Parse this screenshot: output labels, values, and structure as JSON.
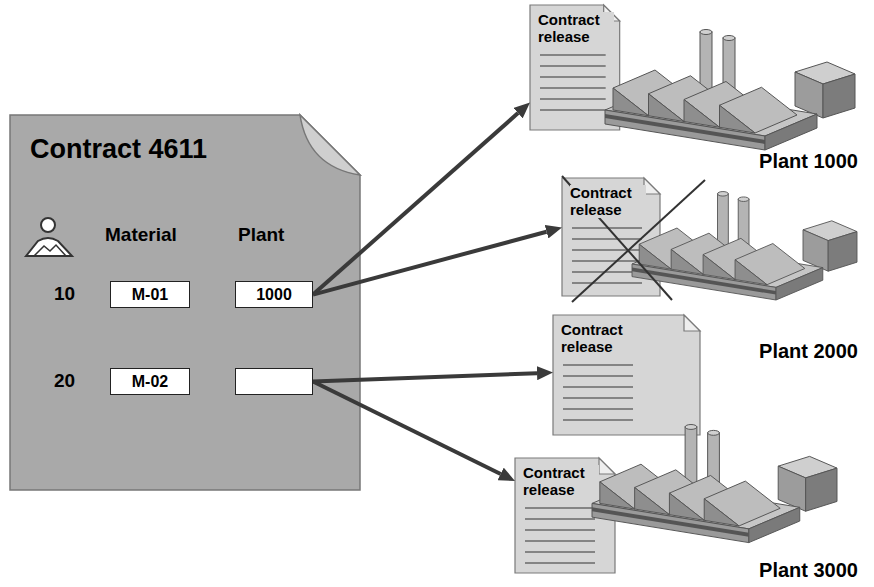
{
  "diagram": {
    "nodes": [
      {
        "text": [
          "Contract 4611"
        ]
      },
      {
        "text": [
          "M-01"
        ],
        "in": 0
      },
      {
        "text": [
          "1000"
        ],
        "in": 0
      },
      {
        "text": [
          "M-02"
        ],
        "in": 0
      },
      {
        "text": [],
        "in": 0
      },
      {
        "text": [
          "Contract release"
        ]
      },
      {
        "text": [
          "Contract release"
        ]
      },
      {
        "text": [
          "Contract release"
        ]
      },
      {
        "text": [
          "Contract release"
        ]
      }
    ],
    "edges": [
      {
        "from": 2,
        "to": 5,
        "arrow": "to"
      },
      {
        "from": 2,
        "to": 6,
        "arrow": "to"
      },
      {
        "from": 4,
        "to": 7,
        "arrow": "to"
      },
      {
        "from": 4,
        "to": 8,
        "arrow": "to"
      }
    ],
    "labels": [
      "Material",
      "Plant",
      "10",
      "20",
      "Plant 1000",
      "Plant 2000",
      "Plant 3000"
    ]
  }
}
